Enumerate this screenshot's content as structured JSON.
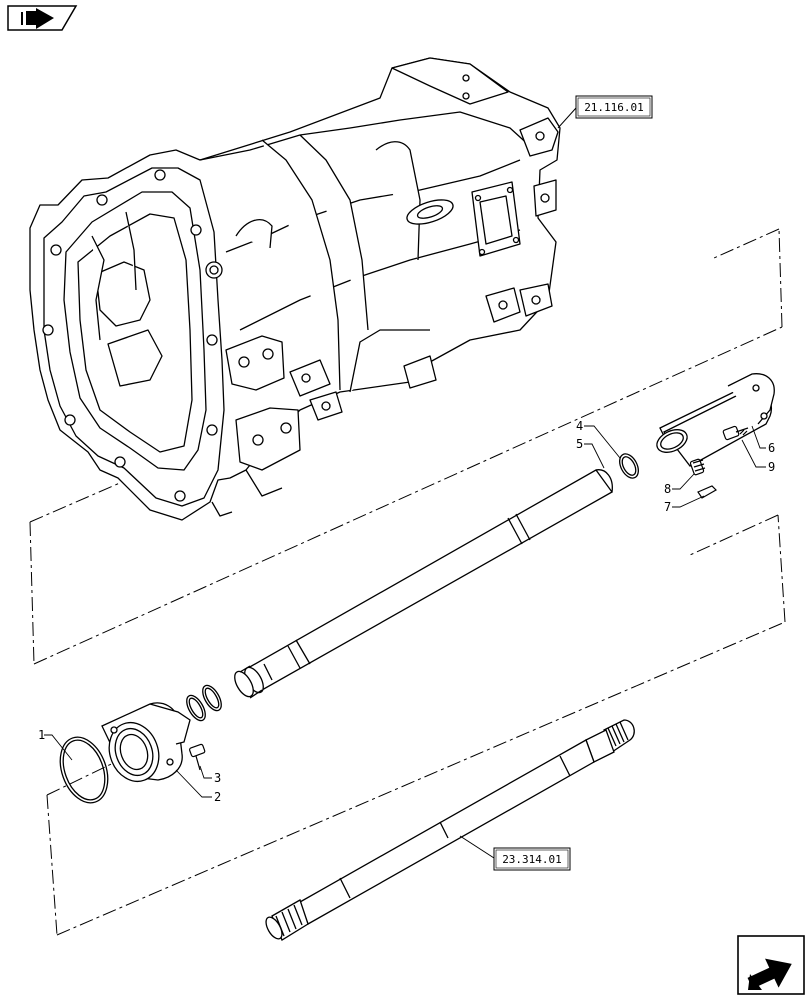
{
  "icons": {
    "top_nav": "book-arrow-icon",
    "bottom_nav": "return-arrow-icon"
  },
  "references": {
    "transmission_housing": "21.116.01",
    "output_shaft": "23.314.01"
  },
  "callouts": {
    "c1": "1",
    "c2": "2",
    "c3": "3",
    "c4": "4",
    "c5": "5",
    "c6": "6",
    "c7": "7",
    "c8": "8",
    "c9": "9"
  }
}
